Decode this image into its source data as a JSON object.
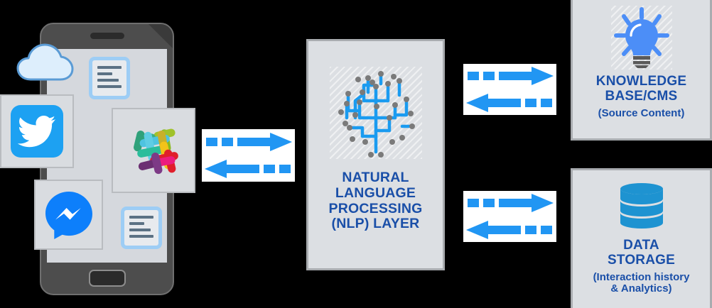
{
  "diagram": {
    "title": "Conversational AI architecture diagram",
    "colors": {
      "panel_fill": "#dcdfe3",
      "panel_border": "#a9acb0",
      "label_blue": "#1a4fa8",
      "accent_blue": "#2196f3",
      "arrow_blue": "#2196f3",
      "db_blue": "#1e93d1",
      "bulb_blue": "#4c8ef7",
      "twitter_blue": "#1da1f2",
      "messenger_blue": "#0d7ffb",
      "phone_body": "#4d4d4d",
      "phone_screen": "#d5d8dd"
    }
  },
  "nodes": {
    "channels": {
      "name": "User channels device",
      "device": "smartphone",
      "apps": [
        {
          "name": "Twitter",
          "icon": "twitter-icon"
        },
        {
          "name": "Slack",
          "icon": "slack-icon"
        },
        {
          "name": "Messenger",
          "icon": "messenger-icon"
        },
        {
          "name": "Cloud",
          "icon": "cloud-icon"
        },
        {
          "name": "Document",
          "icon": "document-icon"
        },
        {
          "name": "Document",
          "icon": "document-icon"
        }
      ]
    },
    "nlp": {
      "icon": "circuit-brain-icon",
      "title": "NATURAL\nLANGUAGE\nPROCESSING\n(NLP) LAYER",
      "lines": [
        "NATURAL",
        "LANGUAGE",
        "PROCESSING",
        "(NLP) LAYER"
      ]
    },
    "knowledge_base": {
      "icon": "lightbulb-icon",
      "lines": [
        "KNOWLEDGE",
        "BASE/CMS"
      ],
      "subtitle": "(Source Content)"
    },
    "data_storage": {
      "icon": "database-icon",
      "lines": [
        "DATA",
        "STORAGE"
      ],
      "subtitle_lines": [
        "(Interaction history",
        "& Analytics)"
      ]
    }
  },
  "connectors": [
    {
      "id": "channels-nlp",
      "name": "bidirectional-dashed-arrow",
      "direction": "both",
      "from": "channels",
      "to": "nlp"
    },
    {
      "id": "nlp-knowledge-base",
      "name": "bidirectional-dashed-arrow",
      "direction": "both",
      "from": "nlp",
      "to": "knowledge_base"
    },
    {
      "id": "nlp-data-storage",
      "name": "bidirectional-dashed-arrow",
      "direction": "both",
      "from": "nlp",
      "to": "data_storage"
    }
  ]
}
